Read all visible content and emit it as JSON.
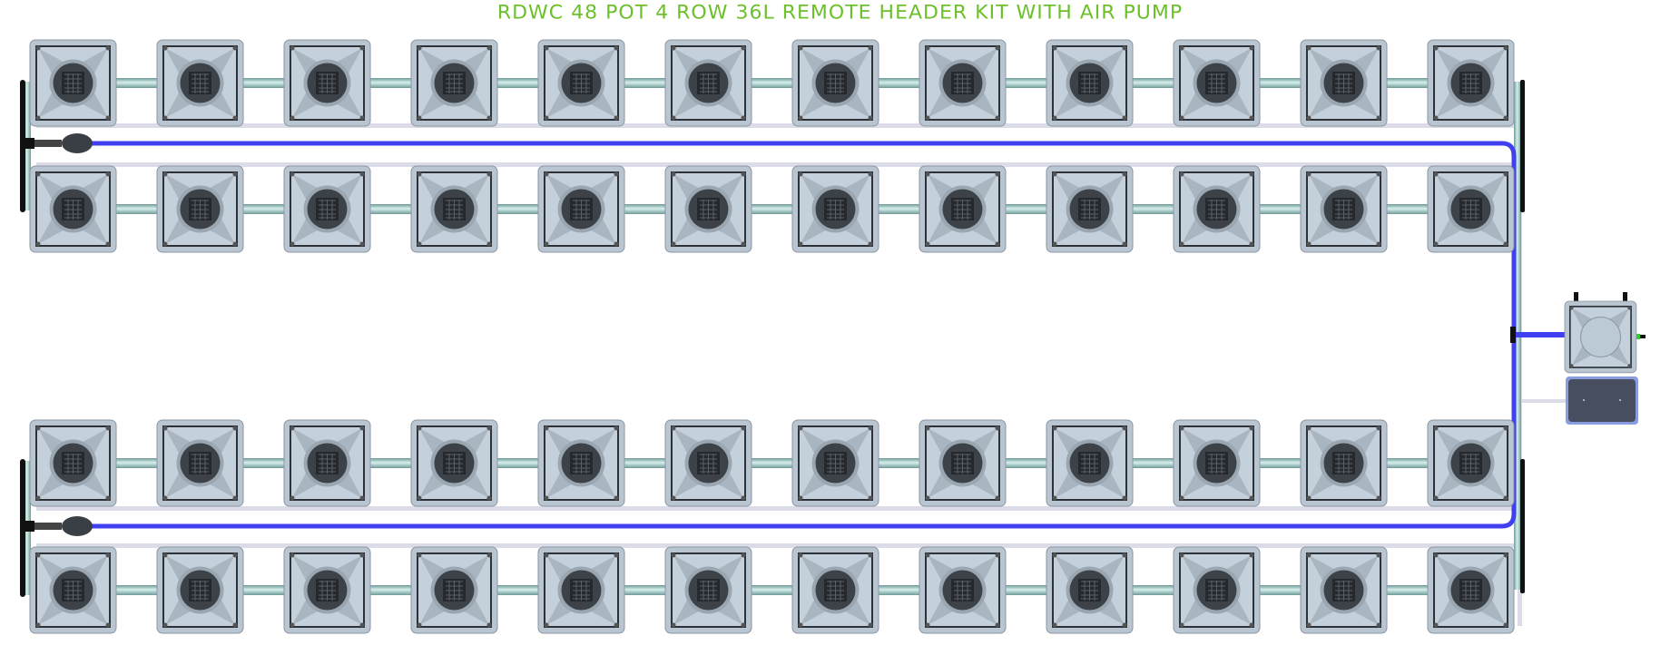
{
  "title": "RDWC 48 POT 4 ROW 36L REMOTE HEADER KIT WITH AIR PUMP",
  "layout": {
    "rows": 4,
    "pots_per_row": 12
  },
  "colors": {
    "title": "#6cc02a",
    "air_line": "#4040f0",
    "pot_body": "#b9c6d2",
    "pot_lid": "#3c4248",
    "pipe": "#9fc9c4",
    "return_line": "#dcdce8",
    "reservoir": "#464e60",
    "reservoir_border": "#8a9ce0"
  },
  "components": {
    "pots": "grow-pot",
    "pump": "air-pump",
    "reservoir": "control-reservoir"
  }
}
